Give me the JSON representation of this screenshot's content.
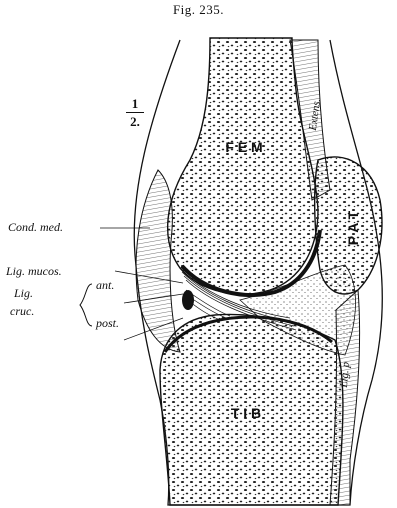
{
  "caption": "Fig. 235.",
  "scale": {
    "numerator": "1",
    "denominator": "2."
  },
  "bones": {
    "femur": "F E M",
    "patella": "P A T",
    "tibia": "T I B"
  },
  "ligament_labels": {
    "tendon": "Extens.",
    "patellar_ligament": "Lig. p"
  },
  "labels": {
    "cond_med": "Cond. med.",
    "lig_mucos": "Lig. mucos.",
    "lig": "Lig.",
    "cruc": "cruc.",
    "ant": "ant.",
    "post": "post."
  },
  "colors": {
    "ink": "#111111",
    "bone_fill": "#f4f2ec",
    "paper": "#ffffff"
  }
}
